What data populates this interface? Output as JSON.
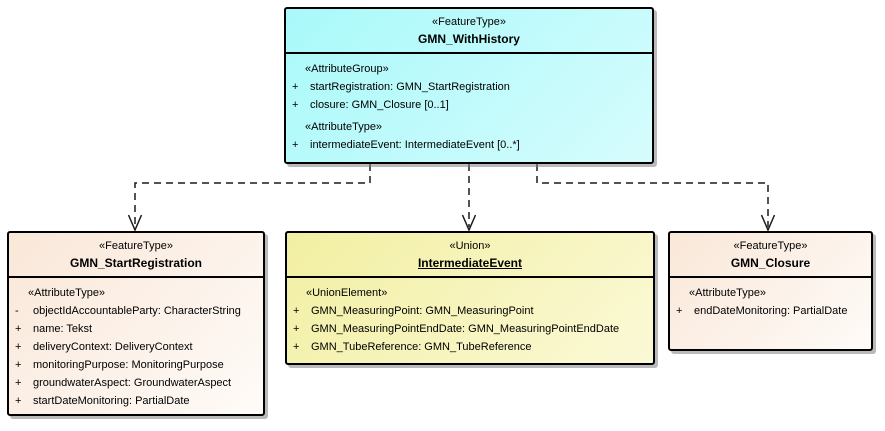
{
  "diagram": {
    "background": "#ffffff",
    "border_color": "#000000",
    "connector_color": "#1c1c1c",
    "shadow_color": "#828282"
  },
  "classes": [
    {
      "stereotype": "«FeatureType»",
      "name": "GMN_WithHistory",
      "colors": {
        "from": "#a9f9fa",
        "to": "#d6fcfd"
      },
      "sections": [
        {
          "stereotype": "«AttributeGroup»",
          "attrs": [
            {
              "vis": "+",
              "text": "startRegistration: GMN_StartRegistration"
            },
            {
              "vis": "+",
              "text": "closure: GMN_Closure [0..1]"
            }
          ]
        },
        {
          "stereotype": "«AttributeType»",
          "attrs": [
            {
              "vis": "+",
              "text": "intermediateEvent: IntermediateEvent [0..*]"
            }
          ]
        }
      ]
    },
    {
      "stereotype": "«FeatureType»",
      "name": "GMN_StartRegistration",
      "colors": {
        "from": "#fae7d8",
        "to": "#fefbf8"
      },
      "sections": [
        {
          "stereotype": "«AttributeType»",
          "attrs": [
            {
              "vis": "-",
              "text": "objectIdAccountableParty: CharacterString"
            },
            {
              "vis": "+",
              "text": "name: Tekst"
            },
            {
              "vis": "+",
              "text": "deliveryContext: DeliveryContext"
            },
            {
              "vis": "+",
              "text": "monitoringPurpose: MonitoringPurpose"
            },
            {
              "vis": "+",
              "text": "groundwaterAspect: GroundwaterAspect"
            },
            {
              "vis": "+",
              "text": "startDateMonitoring: PartialDate"
            }
          ]
        }
      ]
    },
    {
      "stereotype": "«Union»",
      "name": "IntermediateEvent",
      "colors": {
        "from": "#f2efa2",
        "to": "#fbf9d6"
      },
      "sections": [
        {
          "stereotype": "«UnionElement»",
          "attrs": [
            {
              "vis": "+",
              "text": "GMN_MeasuringPoint: GMN_MeasuringPoint"
            },
            {
              "vis": "+",
              "text": "GMN_MeasuringPointEndDate: GMN_MeasuringPointEndDate"
            },
            {
              "vis": "+",
              "text": "GMN_TubeReference: GMN_TubeReference"
            }
          ]
        }
      ]
    },
    {
      "stereotype": "«FeatureType»",
      "name": "GMN_Closure",
      "colors": {
        "from": "#fae7d8",
        "to": "#fefbf8"
      },
      "sections": [
        {
          "stereotype": "«AttributeType»",
          "attrs": [
            {
              "vis": "+",
              "text": "endDateMonitoring: PartialDate"
            }
          ]
        }
      ]
    }
  ]
}
